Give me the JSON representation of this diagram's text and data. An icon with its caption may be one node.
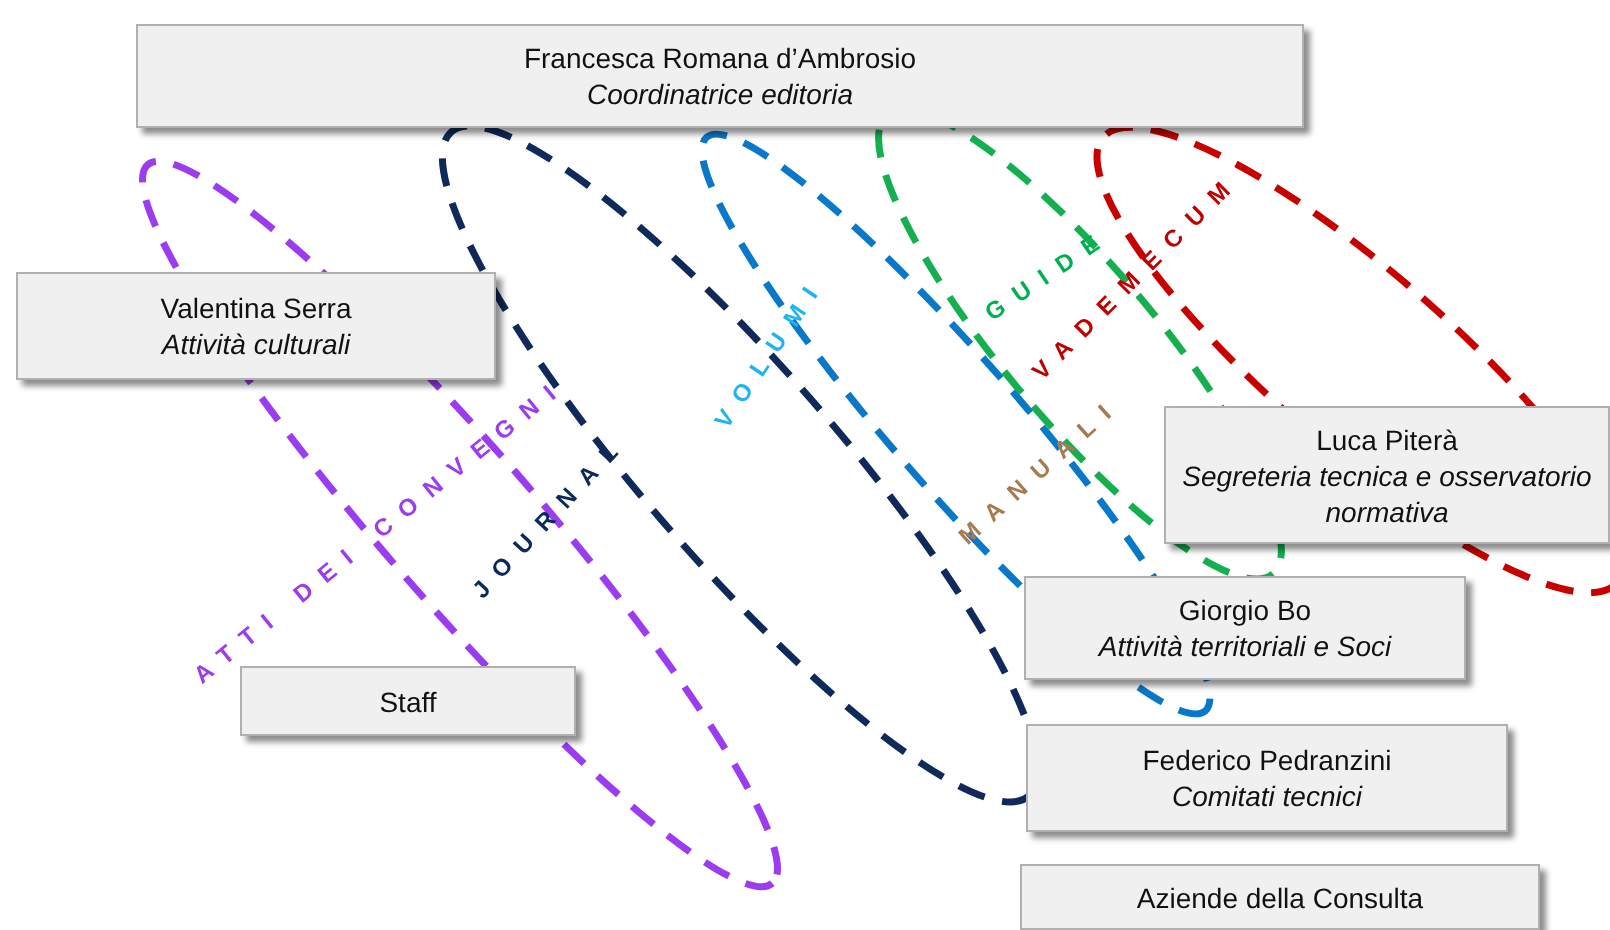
{
  "diagram": {
    "nodes": [
      {
        "text": [
          "Francesca Romana d’Ambrosio",
          "Coordinatrice editoria"
        ]
      },
      {
        "text": [
          "Valentina Serra",
          "Attività culturali"
        ]
      },
      {
        "text": [
          "Luca Piterà",
          "Segreteria tecnica e osservatorio normativa"
        ]
      },
      {
        "text": [
          "Giorgio Bo",
          "Attività territoriali e Soci"
        ]
      },
      {
        "text": [
          "Staff"
        ]
      },
      {
        "text": [
          "Federico Pedranzini",
          "Comitati tecnici"
        ]
      },
      {
        "text": [
          "Aziende della Consulta"
        ]
      }
    ],
    "labels": [
      "VADEMECUM",
      "GUIDE",
      "VOLUMI",
      "MANUALI",
      "JOURNAL",
      "ATTI DEI CONVEGNI"
    ]
  }
}
